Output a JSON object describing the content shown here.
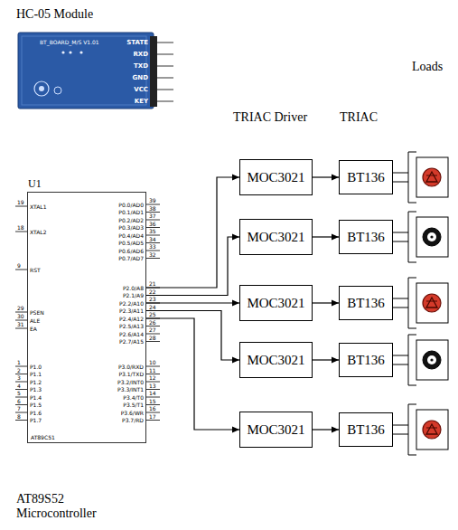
{
  "diagram": {
    "nodes": [
      {
        "text": [
          "U1",
          "AT89C51"
        ]
      },
      {
        "text": [
          "MOC3021"
        ]
      },
      {
        "text": [
          "BT136"
        ]
      },
      {
        "text": [
          "MOC3021"
        ]
      },
      {
        "text": [
          "BT136"
        ]
      },
      {
        "text": [
          "MOC3021"
        ]
      },
      {
        "text": [
          "BT136"
        ]
      },
      {
        "text": [
          "MOC3021"
        ]
      },
      {
        "text": [
          "BT136"
        ]
      },
      {
        "text": [
          "MOC3021"
        ]
      },
      {
        "text": [
          "BT136"
        ]
      }
    ],
    "edges": [
      {
        "from": 0,
        "to": 1,
        "arrow": "to"
      },
      {
        "from": 1,
        "to": 2,
        "arrow": "to"
      },
      {
        "from": 0,
        "to": 3,
        "arrow": "to"
      },
      {
        "from": 3,
        "to": 4,
        "arrow": "to"
      },
      {
        "from": 0,
        "to": 5,
        "arrow": "to"
      },
      {
        "from": 5,
        "to": 6,
        "arrow": "to"
      },
      {
        "from": 0,
        "to": 7,
        "arrow": "to"
      },
      {
        "from": 7,
        "to": 8,
        "arrow": "to"
      },
      {
        "from": 0,
        "to": 9,
        "arrow": "to"
      },
      {
        "from": 9,
        "to": 10,
        "arrow": "to"
      }
    ],
    "labels": [
      "HC-05 Module",
      "BT_BOARD_M/S V1.01",
      "STATE",
      "RXD",
      "TXD",
      "GND",
      "VCC",
      "KEY",
      "TRIAC Driver",
      "TRIAC",
      "Loads",
      "19",
      "XTAL1",
      "18",
      "XTAL2",
      "9",
      "RST",
      "29",
      "PSEN",
      "30",
      "ALE",
      "31",
      "EA",
      "1",
      "P1.0",
      "2",
      "P1.1",
      "3",
      "P1.2",
      "4",
      "P1.3",
      "5",
      "P1.4",
      "6",
      "P1.5",
      "7",
      "P1.6",
      "8",
      "P1.7",
      "P0.0/AD0",
      "39",
      "P0.1/AD1",
      "38",
      "P0.2/AD2",
      "37",
      "P0.3/AD3",
      "36",
      "P0.4/AD4",
      "35",
      "P0.5/AD5",
      "34",
      "P0.6/AD6",
      "33",
      "P0.7/AD7",
      "32",
      "P2.0/A8",
      "21",
      "P2.1/A9",
      "22",
      "P2.2/A10",
      "23",
      "P2.3/A11",
      "24",
      "P2.4/A12",
      "25",
      "P2.5/A13",
      "26",
      "P2.6/A14",
      "27",
      "P2.7/A15",
      "28",
      "P3.0/RXD",
      "10",
      "P3.1/TXD",
      "11",
      "P3.2/INT0",
      "12",
      "P3.3/INT1",
      "13",
      "P3.4/T0",
      "14",
      "P3.5/T1",
      "15",
      "P3.6/WR",
      "16",
      "P3.7/RD",
      "17",
      "AT89S52 Microcontroller"
    ]
  }
}
